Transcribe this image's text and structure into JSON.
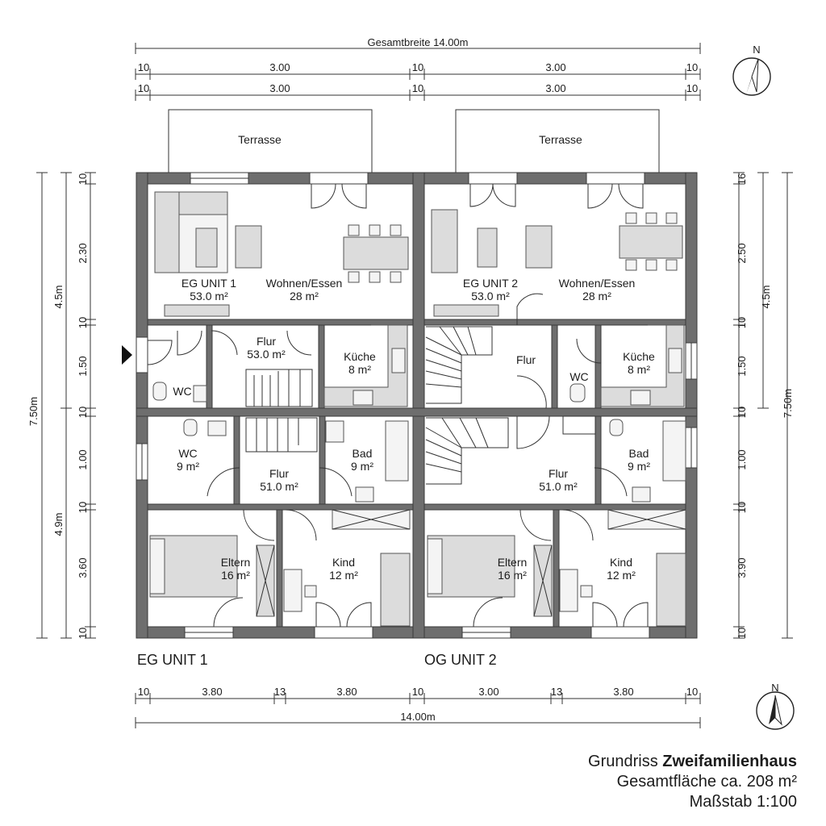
{
  "dims": {
    "total_top": "Gesamtbreite 14.00m",
    "row1": [
      "10",
      "3.00",
      "10",
      "3.00",
      "10"
    ],
    "row2": [
      "10",
      "3.00",
      "10",
      "3.00",
      "10"
    ],
    "bottom_row": [
      "10",
      "3.80",
      "13",
      "3.80",
      "10",
      "3.00",
      "13",
      "3.80",
      "10"
    ],
    "bottom_total": "14.00m",
    "left_outer": "7.50m",
    "left_upper": "4.5m",
    "left_lower": "4.9m",
    "left_segments": [
      "10",
      "2.30",
      "10",
      "1.50",
      "10",
      "1.00",
      "10",
      "3.60",
      "10"
    ],
    "right_outer": "7.50m",
    "right_upper": "4.5m",
    "right_segments": [
      "16",
      "2.50",
      "10",
      "1.50",
      "10",
      "1.00",
      "10",
      "3.90",
      "10"
    ]
  },
  "north_label": "N",
  "terraces": [
    "Terrasse",
    "Terrasse"
  ],
  "rooms": {
    "unit1_name": "EG UNIT 1",
    "unit1_area": "53.0 m²",
    "living1_name": "Wohnen/Essen",
    "living1_area": "28 m²",
    "flur1_name": "Flur",
    "flur1_area": "53.0 m²",
    "kitchen1_name": "Küche",
    "kitchen1_area": "8 m²",
    "wc1_name": "WC",
    "unit2_name": "EG UNIT 2",
    "unit2_area": "53.0 m²",
    "living2_name": "Wohnen/Essen",
    "living2_area": "28 m²",
    "flur2_name": "Flur",
    "wc2_name": "WC",
    "kitchen2_name": "Küche",
    "kitchen2_area": "8 m²",
    "wc3_name": "WC",
    "wc3_area": "9 m²",
    "flur3_name": "Flur",
    "flur3_area": "51.0 m²",
    "bad1_name": "Bad",
    "bad1_area": "9 m²",
    "flur4_name": "Flur",
    "flur4_area": "51.0 m²",
    "bad2_name": "Bad",
    "bad2_area": "9 m²",
    "eltern1_name": "Eltern",
    "eltern1_area": "16 m²",
    "kind1_name": "Kind",
    "kind1_area": "12 m²",
    "eltern2_name": "Eltern",
    "eltern2_area": "16 m²",
    "kind2_name": "Kind",
    "kind2_area": "12 m²"
  },
  "unit_labels": [
    "EG UNIT 1",
    "OG UNIT 2"
  ],
  "title": {
    "line1_prefix": "Grundriss ",
    "line1_bold": "Zweifamilienhaus",
    "line2": "Gesamtfläche ca. 208 m²",
    "line3": "Maßstab 1:100"
  }
}
